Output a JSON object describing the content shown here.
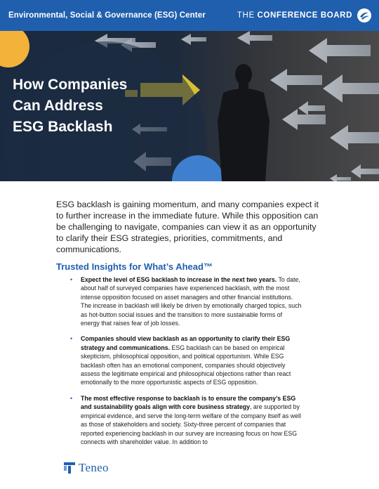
{
  "header": {
    "title": "Environmental, Social & Governance (ESG) Center",
    "brand_prefix": "THE ",
    "brand_name": "CONFERENCE BOARD",
    "brand_logo_icon": "conference-board-logo-icon",
    "background": "#1f5fae"
  },
  "hero": {
    "title_line_1": "How Companies",
    "title_line_2": "Can Address",
    "title_line_3": "ESG Backlash"
  },
  "intro": "ESG backlash is gaining momentum, and many companies expect it to further increase in the immediate future. While this opposition can be challenging to navigate, companies can view it as an opportunity to clarify their ESG strategies, priorities, commitments, and communications.",
  "section": {
    "heading": "Trusted Insights for What’s Ahead™",
    "bullets": [
      {
        "bold": "Expect the level of ESG backlash to increase in the next two years.",
        "text": " To date, about half of surveyed companies have experienced backlash, with the most intense opposition focused on asset managers and other financial institutions. The increase in backlash will likely be driven by emotionally charged topics, such as hot-button social issues and the transition to more sustainable forms of energy that raises fear of job losses."
      },
      {
        "bold": "Companies should view backlash as an opportunity to clarify their ESG strategy and communications.",
        "text": " ESG backlash can be based on empirical skepticism, philosophical opposition, and political opportunism. While ESG backlash often has an emotional component, companies should objectively assess the legitimate empirical and philosophical objections rather than react emotionally to the more opportunistic aspects of ESG opposition."
      },
      {
        "bold": "The most effective response to backlash is to ensure the company’s ESG and sustainability goals align with core business strategy",
        "text": ", are supported by empirical evidence, and serve the long-term welfare of the company itself as well as those of stakeholders and society. Sixty-three percent of companies that reported experiencing backlash in our survey are increasing focus on how ESG connects with shareholder value. In addition to"
      }
    ]
  },
  "footer": {
    "partner_name": "Teneo",
    "partner_icon": "teneo-logo-icon"
  },
  "colors": {
    "accent_blue": "#1f5fae",
    "arrow_yellow": "#e2c635",
    "circle_orange": "#f3b23a",
    "circle_blue": "#3f7fd0"
  }
}
